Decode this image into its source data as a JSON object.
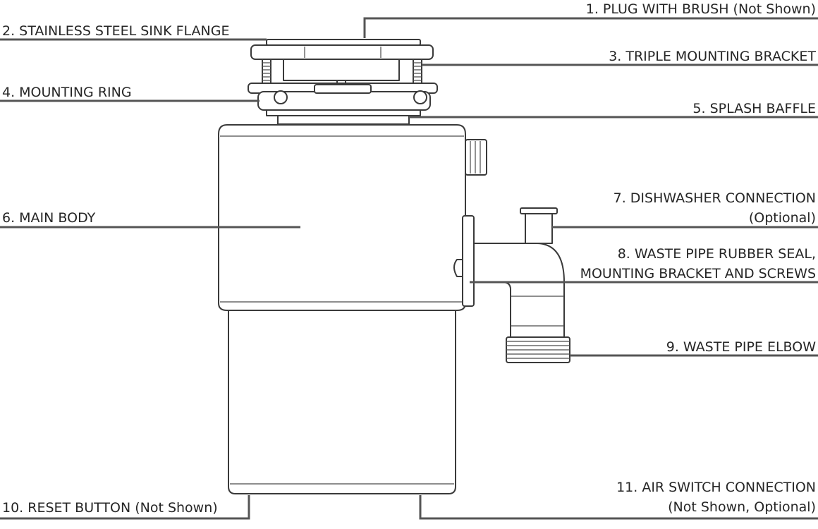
{
  "labels": {
    "l1": "1. PLUG WITH BRUSH (Not Shown)",
    "l2": "2. STAINLESS STEEL SINK FLANGE",
    "l3": "3. TRIPLE MOUNTING BRACKET",
    "l4": "4. MOUNTING RING",
    "l5": "5. SPLASH BAFFLE",
    "l6": "6. MAIN BODY",
    "l7a": "7. DISHWASHER CONNECTION",
    "l7b": "(Optional)",
    "l8a": "8. WASTE PIPE RUBBER SEAL,",
    "l8b": "MOUNTING BRACKET AND SCREWS",
    "l9": "9. WASTE PIPE ELBOW",
    "l10": "10. RESET BUTTON (Not Shown)",
    "l11a": "11. AIR SWITCH CONNECTION",
    "l11b": "(Not Shown, Optional)"
  },
  "icons": {
    "diagram": "food-waste-disposer-illustration"
  }
}
